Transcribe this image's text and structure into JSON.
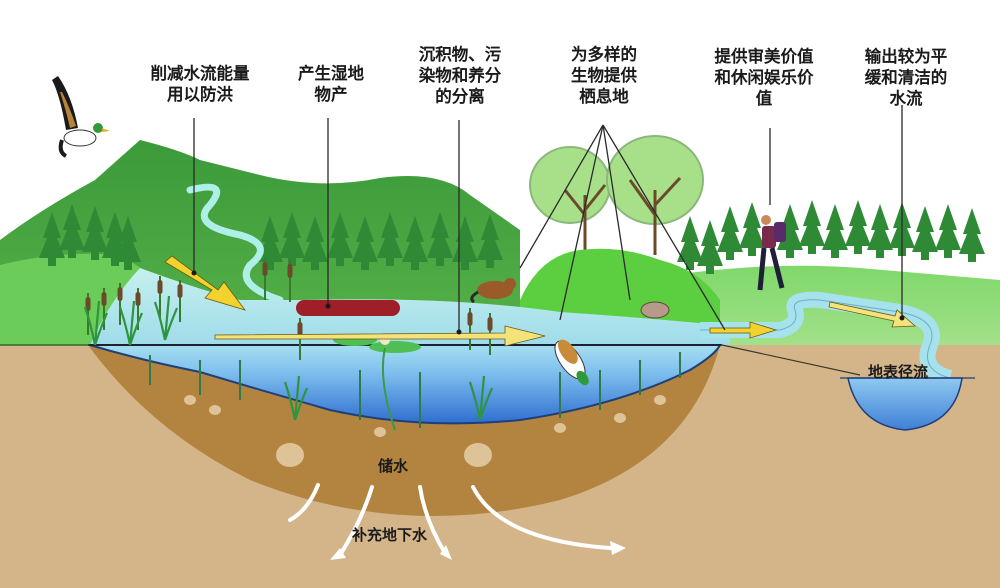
{
  "diagram": {
    "title": "",
    "colors": {
      "sky": "#ffffff",
      "hill_dark": "#3f9b3a",
      "hill_light": "#6cc65a",
      "grass": "#8edc6e",
      "water_light": "#a8e0e6",
      "water_deep": "#3f7fd6",
      "soil_dark": "#b0823f",
      "soil_light": "#d4b58a",
      "arrow_yellow": "#f2d22e",
      "peat_red": "#9e1f27",
      "label_text": "#1a1a1a"
    },
    "function_labels": [
      {
        "id": "flood-control",
        "text": "削减水流能量\n用以防洪"
      },
      {
        "id": "wetland-products",
        "text": "产生湿地\n物产"
      },
      {
        "id": "sediment-separation",
        "text": "沉积物、污\n染物和养分\n的分离"
      },
      {
        "id": "habitat",
        "text": "为多样的\n生物提供\n栖息地"
      },
      {
        "id": "recreation",
        "text": "提供审美价值\n和休闲娱乐价\n值"
      },
      {
        "id": "clean-outflow",
        "text": "输出较为平\n缓和清洁的\n水流"
      }
    ],
    "inline_labels": {
      "surface_runoff": "地表径流",
      "water_storage": "储水",
      "groundwater_recharge": "补充地下水"
    },
    "illustrated_elements": [
      "flying-duck",
      "mountain",
      "conifer-forest",
      "stream",
      "cattails",
      "peat-log",
      "lily-pads",
      "beaver",
      "turtle",
      "diving-duck",
      "deciduous-trees",
      "hiker",
      "outflow-stream",
      "runoff-basin",
      "groundwater-arrows"
    ]
  }
}
